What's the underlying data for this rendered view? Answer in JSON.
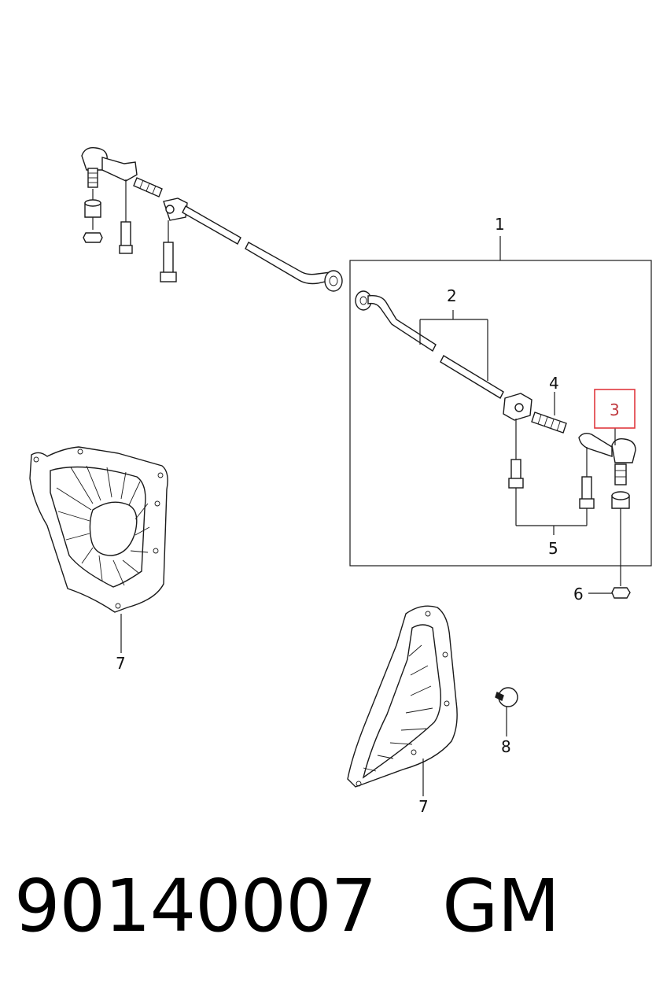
{
  "callouts": {
    "c1": "1",
    "c2": "2",
    "c3": "3",
    "c4": "4",
    "c5": "5",
    "c6": "6",
    "c7a": "7",
    "c7b": "7",
    "c8": "8"
  },
  "footer": {
    "part_number": "90140007",
    "brand": "GM"
  },
  "colors": {
    "highlight": "#e0393f",
    "line": "#1a1a1a"
  }
}
